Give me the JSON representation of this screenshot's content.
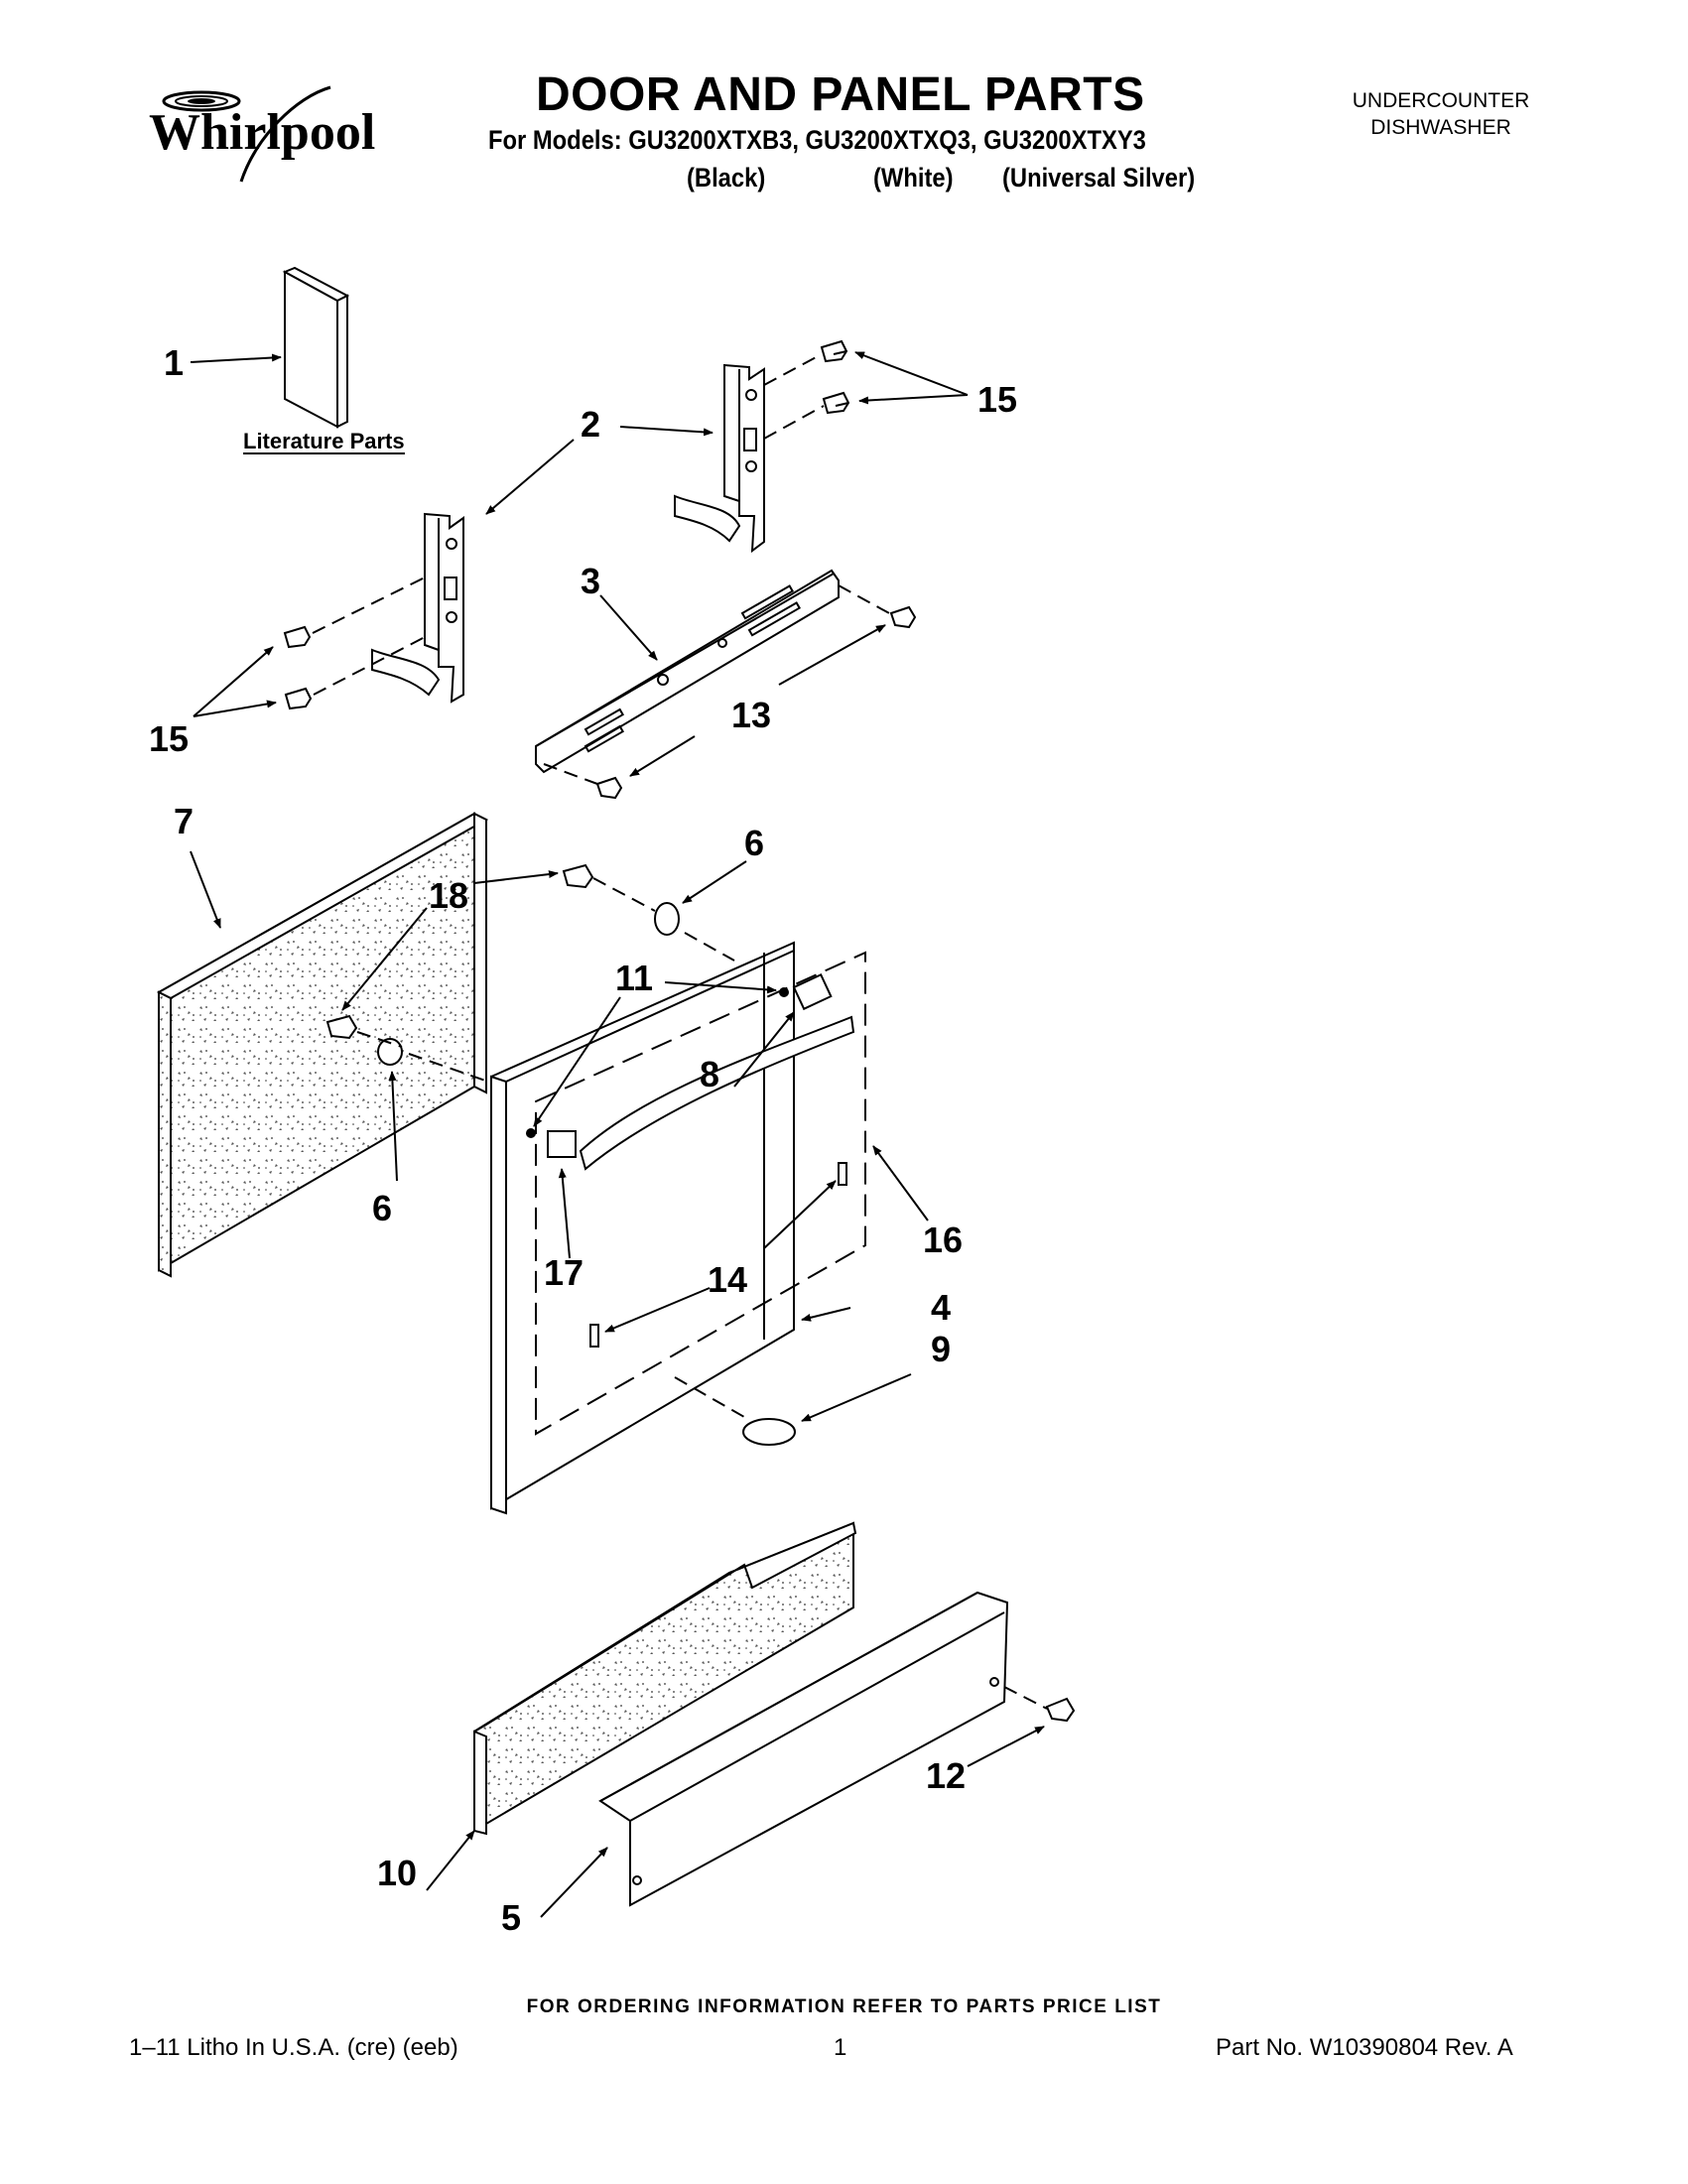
{
  "header": {
    "brand": "Whirlpool",
    "title": "DOOR AND PANEL PARTS",
    "models_line": "For Models: GU3200XTXB3, GU3200XTXQ3, GU3200XTXY3",
    "variants": [
      "(Black)",
      "(White)",
      "(Universal Silver)"
    ],
    "product_type_line1": "UNDERCOUNTER",
    "product_type_line2": "DISHWASHER"
  },
  "diagram": {
    "literature_label": "Literature Parts",
    "callouts": [
      "1",
      "2",
      "15",
      "3",
      "13",
      "15",
      "7",
      "18",
      "6",
      "11",
      "8",
      "6",
      "16",
      "17",
      "14",
      "4",
      "9",
      "12",
      "10",
      "5"
    ]
  },
  "footer": {
    "ordering_note": "FOR ORDERING INFORMATION REFER TO PARTS PRICE LIST",
    "litho": "1–11 Litho In U.S.A. (cre) (eeb)",
    "page": "1",
    "part_number": "Part No. W10390804 Rev. A"
  }
}
